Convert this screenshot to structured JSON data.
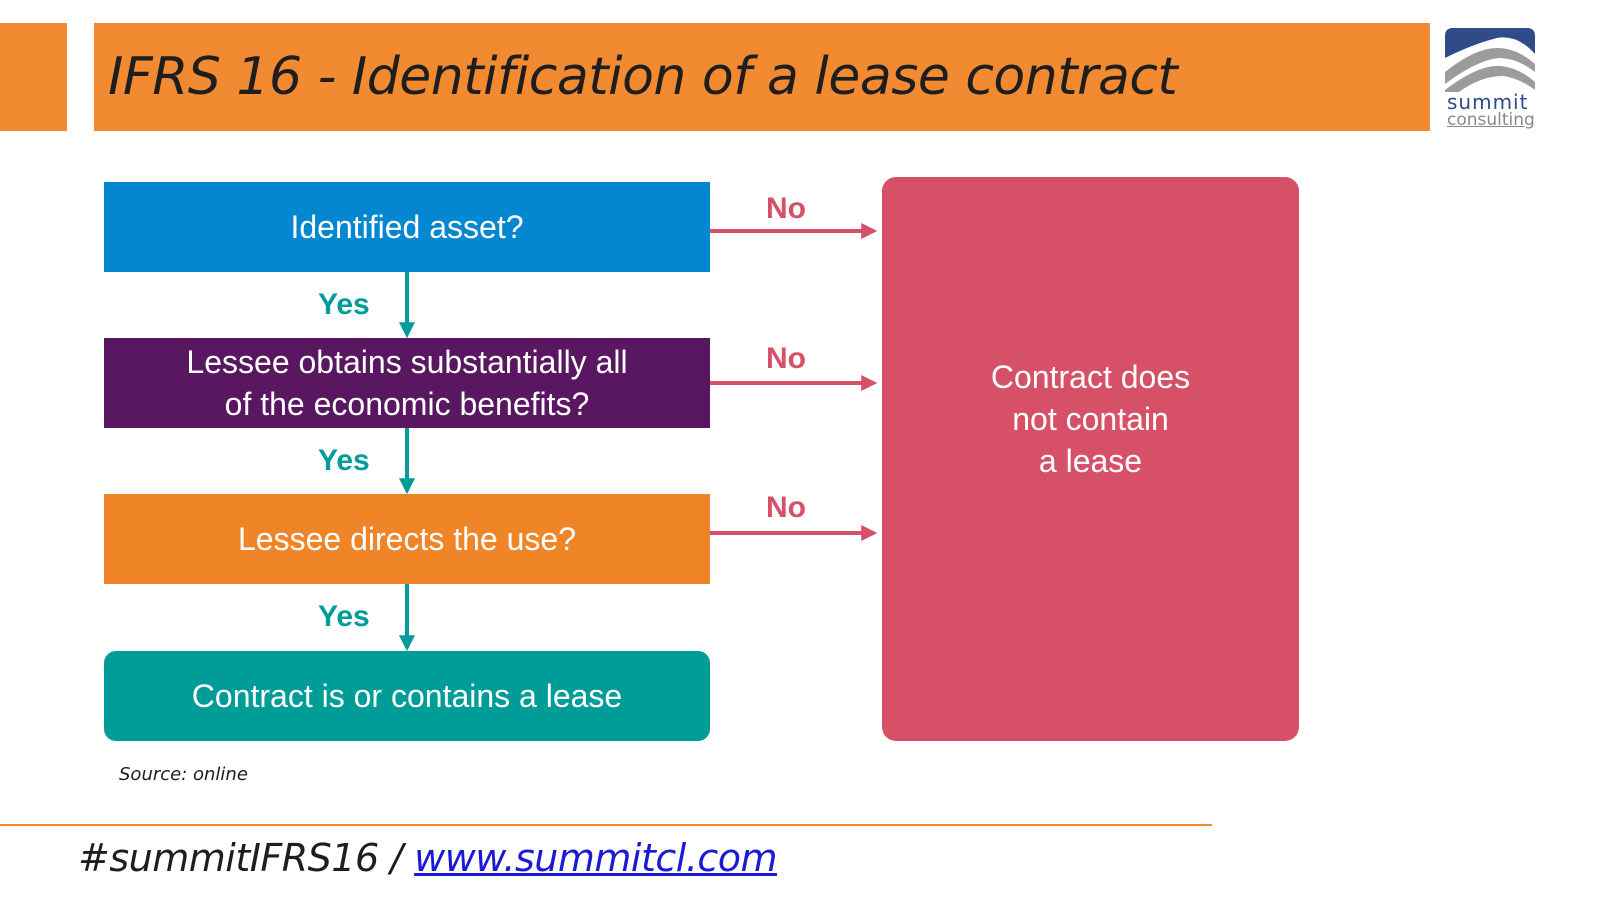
{
  "header": {
    "title": "IFRS 16 - Identification of a lease contract",
    "bar_color": "#F28A32"
  },
  "logo": {
    "icon": "summit-mountain-logo",
    "word": "summit",
    "sub": "consulting"
  },
  "flowchart": {
    "nodes": {
      "identified_asset": {
        "label": "Identified asset?",
        "color": "#0287D0"
      },
      "economic_benefits": {
        "label": "Lessee obtains substantially all\nof the economic benefits?",
        "color": "#581760"
      },
      "directs_use": {
        "label": "Lessee directs the use?",
        "color": "#F08528"
      },
      "is_lease": {
        "label": "Contract is or contains a lease",
        "color": "#009C97"
      },
      "not_lease": {
        "label": "Contract does\nnot contain\na lease",
        "color": "#D65168"
      }
    },
    "edges": {
      "yes_1": "Yes",
      "yes_2": "Yes",
      "yes_3": "Yes",
      "no_1": "No",
      "no_2": "No",
      "no_3": "No"
    },
    "yes_color": "#009C97",
    "no_color": "#D65168"
  },
  "source": "Source: online",
  "footer": {
    "hashtag": "#summitIFRS16 / ",
    "link": "www.summitcl.com"
  }
}
